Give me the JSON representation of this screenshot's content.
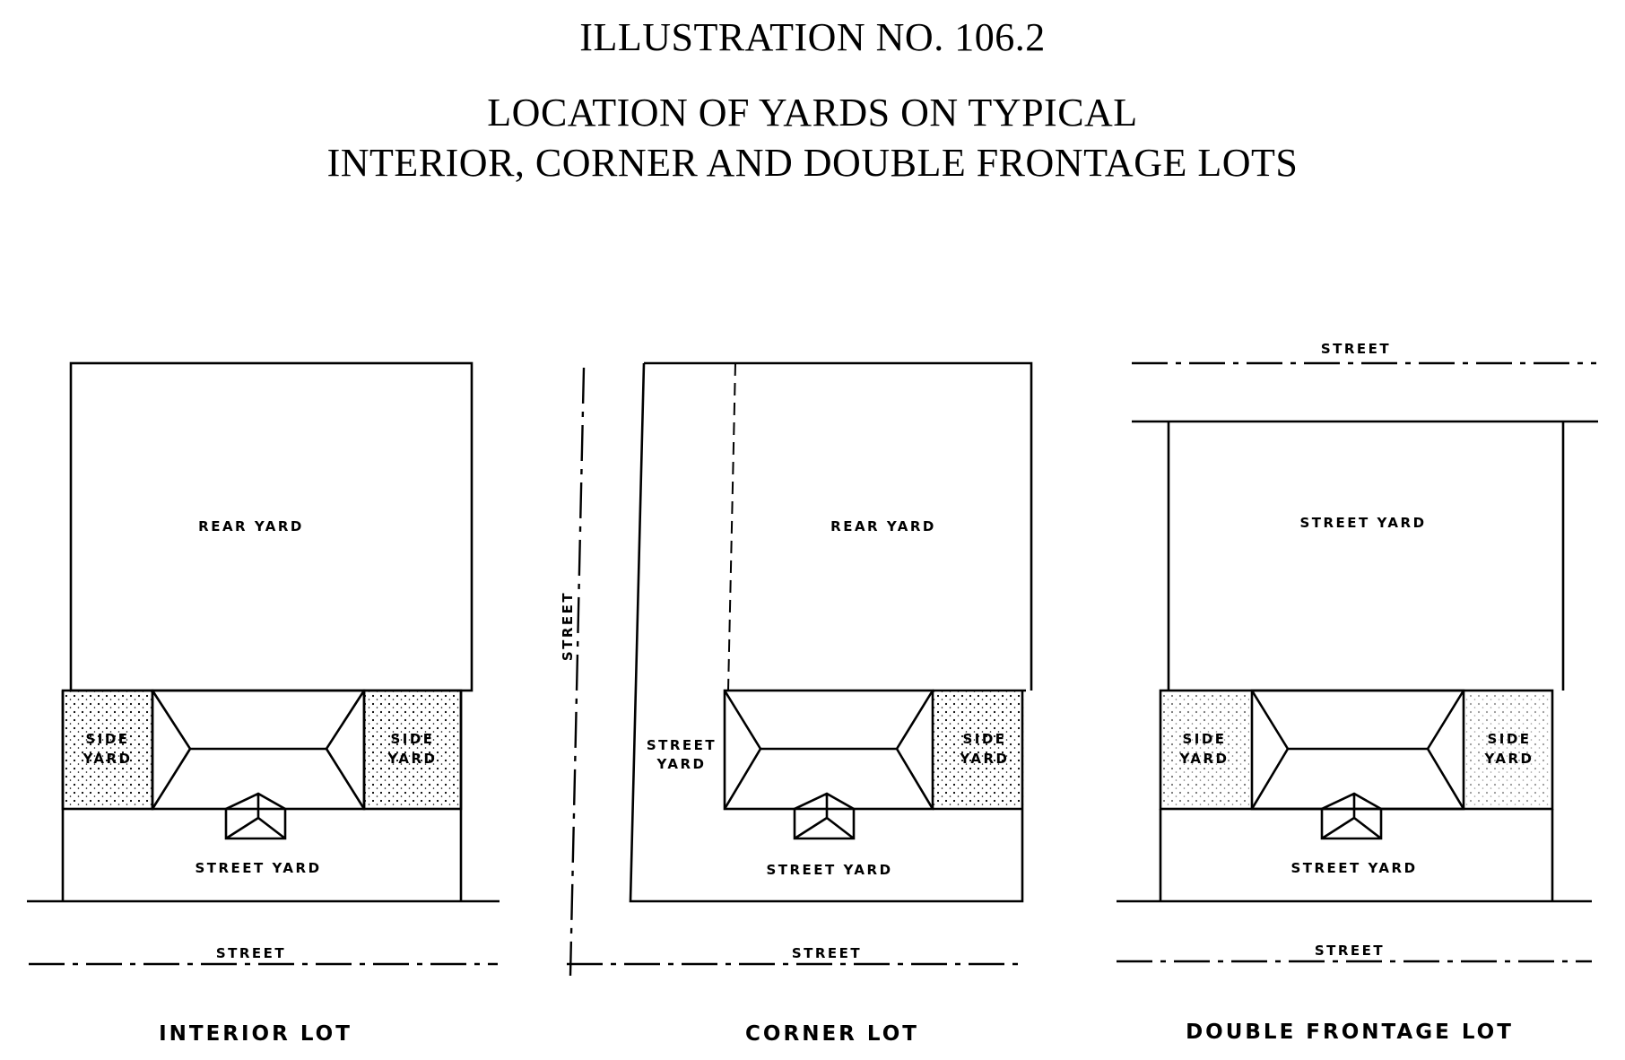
{
  "header": {
    "illustration_no": "ILLUSTRATION NO. 106.2",
    "title_line1": "LOCATION OF YARDS ON TYPICAL",
    "title_line2": "INTERIOR, CORNER AND DOUBLE FRONTAGE LOTS"
  },
  "interior_lot": {
    "caption": "INTERIOR LOT",
    "rear_yard": "REAR YARD",
    "side_yard_left_1": "SIDE",
    "side_yard_left_2": "YARD",
    "side_yard_right_1": "SIDE",
    "side_yard_right_2": "YARD",
    "street_yard": "STREET YARD",
    "street": "STREET"
  },
  "corner_lot": {
    "caption": "CORNER LOT",
    "rear_yard": "REAR YARD",
    "street_yard_side_1": "STREET",
    "street_yard_side_2": "YARD",
    "side_yard_1": "SIDE",
    "side_yard_2": "YARD",
    "street_yard": "STREET YARD",
    "street_bottom": "STREET",
    "street_left": "STREET"
  },
  "double_frontage_lot": {
    "caption": "DOUBLE FRONTAGE LOT",
    "street_top": "STREET",
    "street_yard_rear": "STREET YARD",
    "side_yard_left_1": "SIDE",
    "side_yard_left_2": "YARD",
    "side_yard_right_1": "SIDE",
    "side_yard_right_2": "YARD",
    "street_yard_front": "STREET YARD",
    "street_bottom": "STREET"
  }
}
